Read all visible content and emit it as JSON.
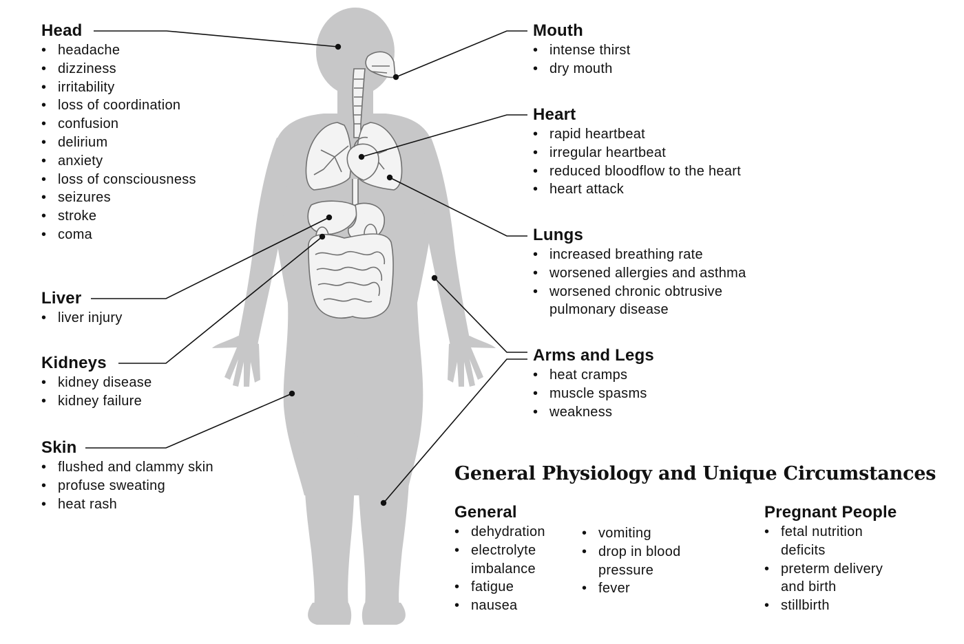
{
  "colors": {
    "figure": "#c7c7c8",
    "organ_fill": "#f3f3f3",
    "organ_stroke": "#707070",
    "leader_line": "#111111",
    "text": "#111111"
  },
  "groups": {
    "head": {
      "title": "Head",
      "items": [
        "headache",
        "dizziness",
        "irritability",
        "loss of coordination",
        "confusion",
        "delirium",
        "anxiety",
        "loss of consciousness",
        "seizures",
        "stroke",
        "coma"
      ]
    },
    "liver": {
      "title": "Liver",
      "items": [
        "liver injury"
      ]
    },
    "kidneys": {
      "title": "Kidneys",
      "items": [
        "kidney disease",
        "kidney failure"
      ]
    },
    "skin": {
      "title": "Skin",
      "items": [
        "flushed and clammy skin",
        "profuse sweating",
        "heat rash"
      ]
    },
    "mouth": {
      "title": "Mouth",
      "items": [
        "intense thirst",
        "dry mouth"
      ]
    },
    "heart": {
      "title": "Heart",
      "items": [
        "rapid heartbeat",
        "irregular heartbeat",
        "reduced bloodflow to the heart",
        "heart attack"
      ]
    },
    "lungs": {
      "title": "Lungs",
      "items": [
        "increased breathing rate",
        "worsened allergies and asthma",
        "worsened chronic obtrusive pulmonary disease"
      ]
    },
    "limbs": {
      "title": "Arms and Legs",
      "items": [
        "heat cramps",
        "muscle spasms",
        "weakness"
      ]
    },
    "general_a": {
      "title": "General",
      "items": [
        "dehydration",
        "electrolyte imbalance",
        "fatigue",
        "nausea"
      ]
    },
    "general_b": {
      "items": [
        "vomiting",
        "drop in blood pressure",
        "fever"
      ]
    },
    "pregnant": {
      "title": "Pregnant People",
      "items": [
        "fetal nutrition deficits",
        "preterm delivery and birth",
        "stillbirth"
      ]
    }
  },
  "section_title": "General Physiology and Unique Circumstances"
}
